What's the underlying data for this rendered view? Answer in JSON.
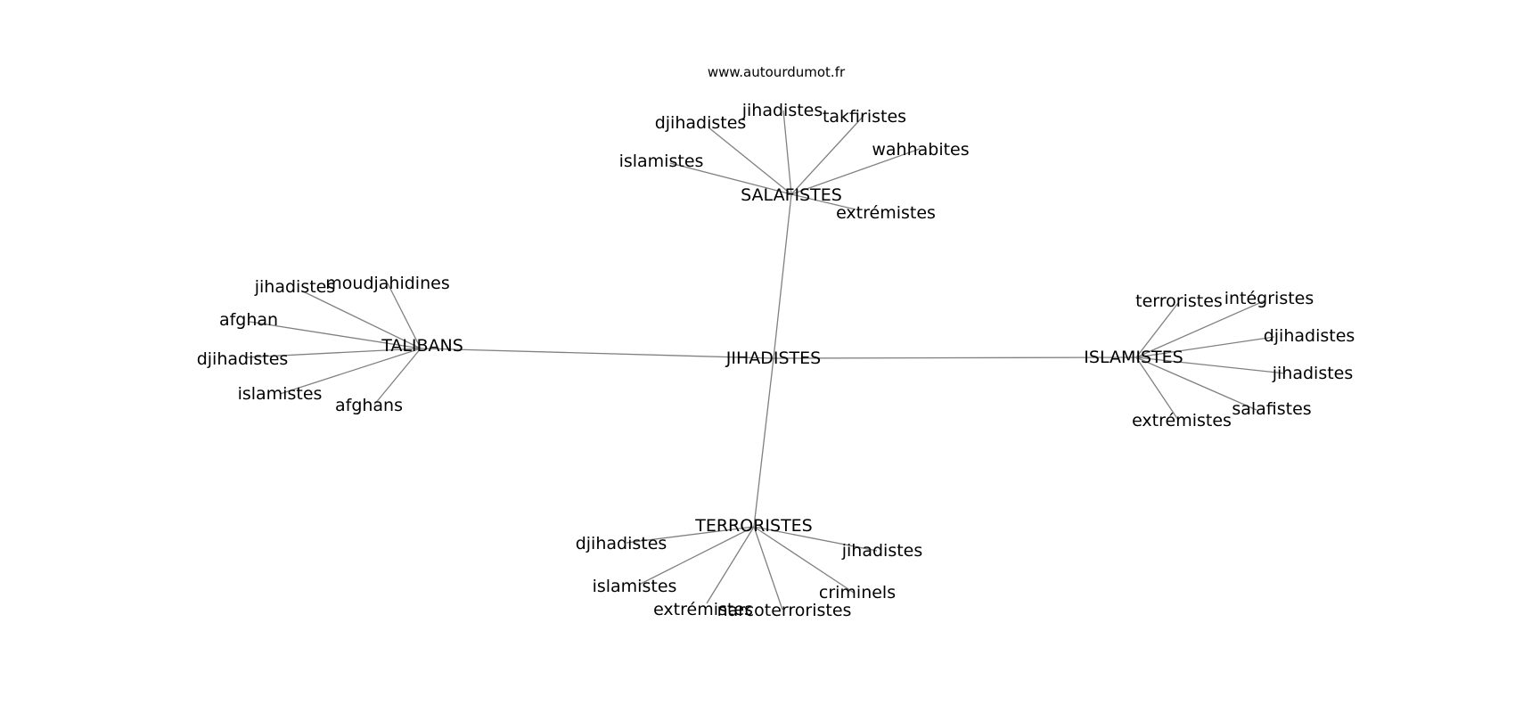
{
  "watermark": "www.autourdumot.fr",
  "colors": {
    "edge": "#808080",
    "text": "#000000",
    "background": "#ffffff"
  },
  "graph": {
    "center": "JIHADISTES",
    "hubs": [
      {
        "id": "salafistes",
        "label": "SALAFISTES",
        "leaves": [
          "djihadistes",
          "jihadistes",
          "takfiristes",
          "wahhabites",
          "islamistes",
          "extrémistes"
        ]
      },
      {
        "id": "talibans",
        "label": "TALIBANS",
        "leaves": [
          "jihadistes",
          "moudjahidines",
          "afghan",
          "djihadistes",
          "islamistes",
          "afghans"
        ]
      },
      {
        "id": "islamistes",
        "label": "ISLAMISTES",
        "leaves": [
          "terroristes",
          "intégristes",
          "djihadistes",
          "jihadistes",
          "salafistes",
          "extrémistes"
        ]
      },
      {
        "id": "terroristes",
        "label": "TERRORISTES",
        "leaves": [
          "djihadistes",
          "jihadistes",
          "islamistes",
          "criminels",
          "extrémistes",
          "narcoterroristes"
        ]
      }
    ]
  }
}
